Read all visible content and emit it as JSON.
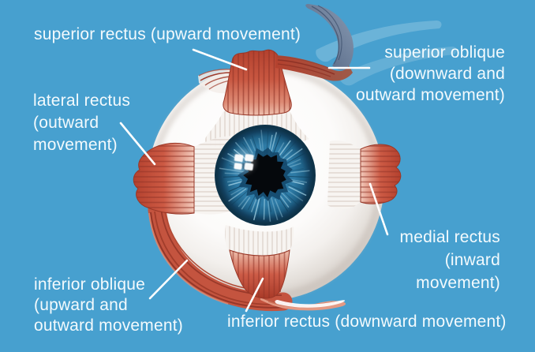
{
  "colors": {
    "background": "#47A0CF",
    "label_text": "#F3FAFD",
    "leader_line": "#FFFFFF",
    "muscle_red": "#C4543F",
    "muscle_dark_red": "#8E3226",
    "muscle_light_pink": "#EEC0AE",
    "sclera_white": "#FFFFFF",
    "sclera_shadow": "#CFC8C2",
    "iris_blue": "#2E7BA6",
    "iris_dark_rim": "#0E3349",
    "pupil_black": "#05080C",
    "trochlea_gray_blue": "#4D5F7D"
  },
  "labels": {
    "superior_rectus": "superior rectus (upward movement)",
    "superior_oblique": [
      "superior oblique",
      "(downward and",
      "outward movement)"
    ],
    "lateral_rectus": [
      "lateral rectus",
      "(outward",
      "movement)"
    ],
    "medial_rectus": [
      "medial rectus",
      "(inward",
      "movement)"
    ],
    "inferior_oblique": [
      "inferior oblique",
      "(upward and",
      "outward movement)"
    ],
    "inferior_rectus": "inferior rectus (downward movement)"
  }
}
